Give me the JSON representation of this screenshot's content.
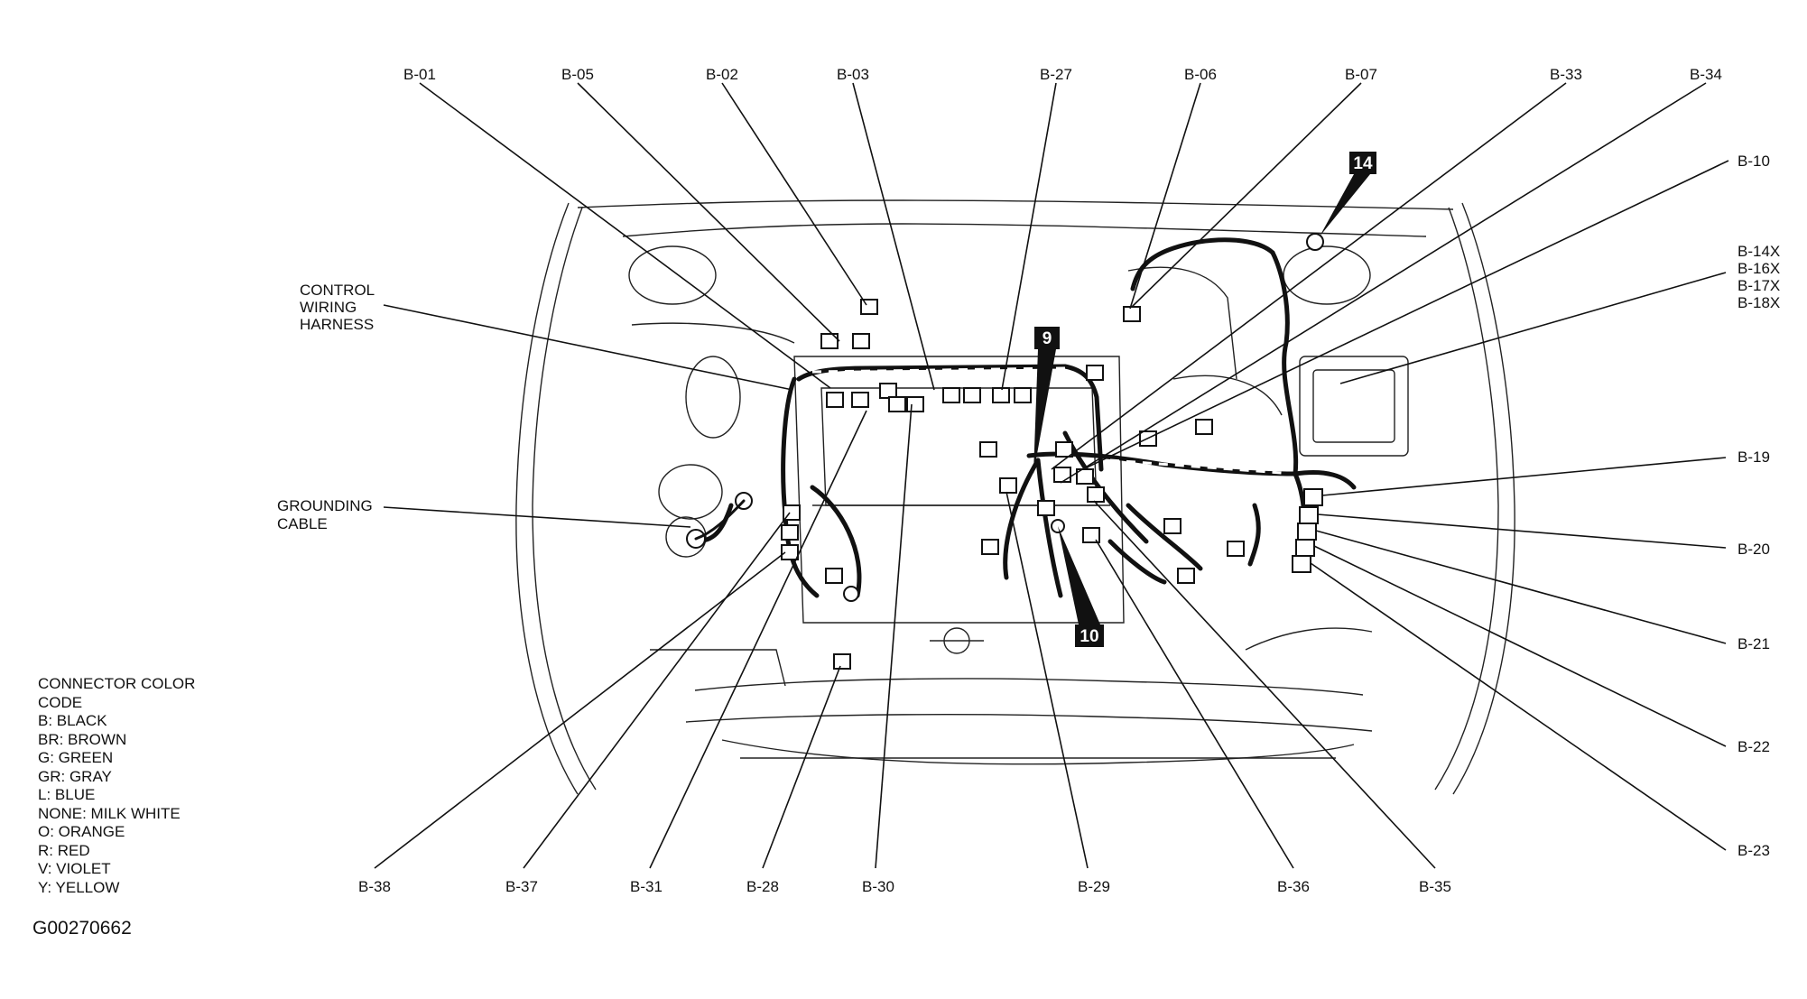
{
  "top_labels": [
    "B-01",
    "B-05",
    "B-02",
    "B-03",
    "B-27",
    "B-06",
    "B-07",
    "B-33",
    "B-34"
  ],
  "right_labels": [
    "B-10",
    "B-14X",
    "B-16X",
    "B-17X",
    "B-18X",
    "B-19",
    "B-20",
    "B-21",
    "B-22",
    "B-23"
  ],
  "bottom_labels": [
    "B-38",
    "B-37",
    "B-31",
    "B-28",
    "B-30",
    "B-29",
    "B-36",
    "B-35"
  ],
  "left_labels": {
    "control_harness": [
      "CONTROL",
      "WIRING",
      "HARNESS"
    ],
    "grounding_cable": [
      "GROUNDING",
      "CABLE"
    ]
  },
  "callouts": [
    "14",
    "9",
    "10"
  ],
  "legend": {
    "title_lines": [
      "CONNECTOR COLOR",
      "CODE"
    ],
    "items": [
      "B: BLACK",
      "BR: BROWN",
      "G: GREEN",
      "GR: GRAY",
      "L: BLUE",
      "NONE: MILK WHITE",
      "O: ORANGE",
      "R: RED",
      "V: VIOLET",
      "Y: YELLOW"
    ]
  },
  "figure_id": "G00270662"
}
